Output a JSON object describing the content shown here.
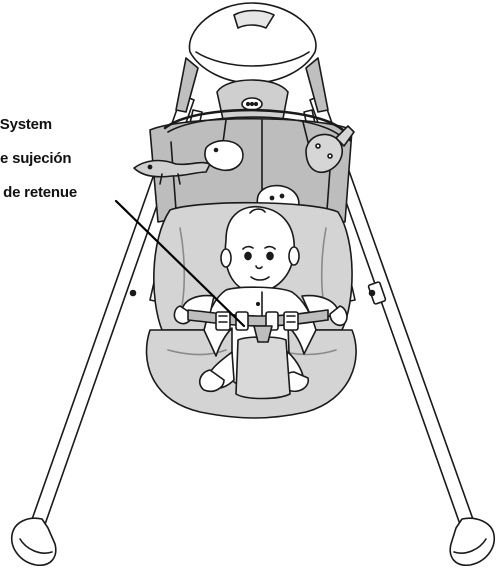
{
  "callout": {
    "lines": [
      "t System",
      "de sujeción",
      "e de retenue"
    ]
  },
  "icons": {
    "illustration": "baby-swing-with-infant-icon",
    "pointer": "callout-leader-line-icon"
  },
  "colors": {
    "line": "#1a1a1a",
    "fabric": "#d4d4d4",
    "fabric_dark": "#a9a9a9",
    "seat_tray": "#d9d9d9",
    "paper": "#ffffff"
  }
}
